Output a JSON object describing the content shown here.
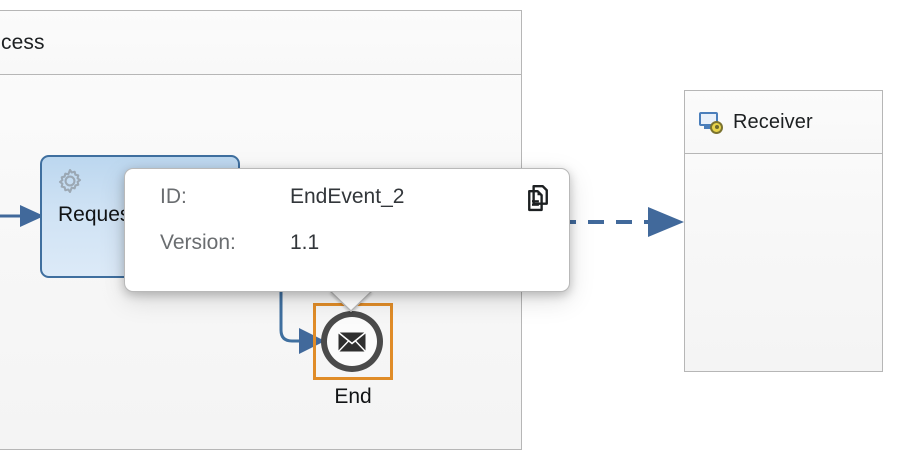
{
  "diagram": {
    "type": "bpmn-collaboration",
    "pools": [
      {
        "id": "pool-process",
        "title": "cess",
        "title_full_clipped": true,
        "icon": null
      },
      {
        "id": "pool-receiver",
        "title": "Receiver",
        "icon": "receiver-monitor-icon"
      }
    ],
    "nodes": [
      {
        "id": "task-request",
        "label": "Reques",
        "icon": "gear-icon",
        "type": "service-task"
      },
      {
        "id": "end-event",
        "label": "End",
        "icon": "envelope-icon",
        "type": "message-end-event",
        "selected": true
      }
    ],
    "flows": [
      {
        "type": "sequence-flow",
        "name": "incoming-to-request"
      },
      {
        "type": "sequence-flow",
        "name": "request-to-end"
      },
      {
        "type": "message-flow",
        "name": "end-to-receiver",
        "style": "dashed"
      }
    ]
  },
  "tooltip": {
    "name": "element-properties-popover",
    "rows": [
      {
        "label": "ID:",
        "value": "EndEvent_2"
      },
      {
        "label": "Version:",
        "value": "1.1"
      }
    ],
    "copy_icon": "copy-icon"
  },
  "colors": {
    "selection_orange": "#e08c28",
    "flow_blue": "#41699b",
    "task_border": "#3f6f9f",
    "pool_border": "#b6b6b6",
    "label_gray": "#6a6d70",
    "value_dark": "#32363a"
  }
}
